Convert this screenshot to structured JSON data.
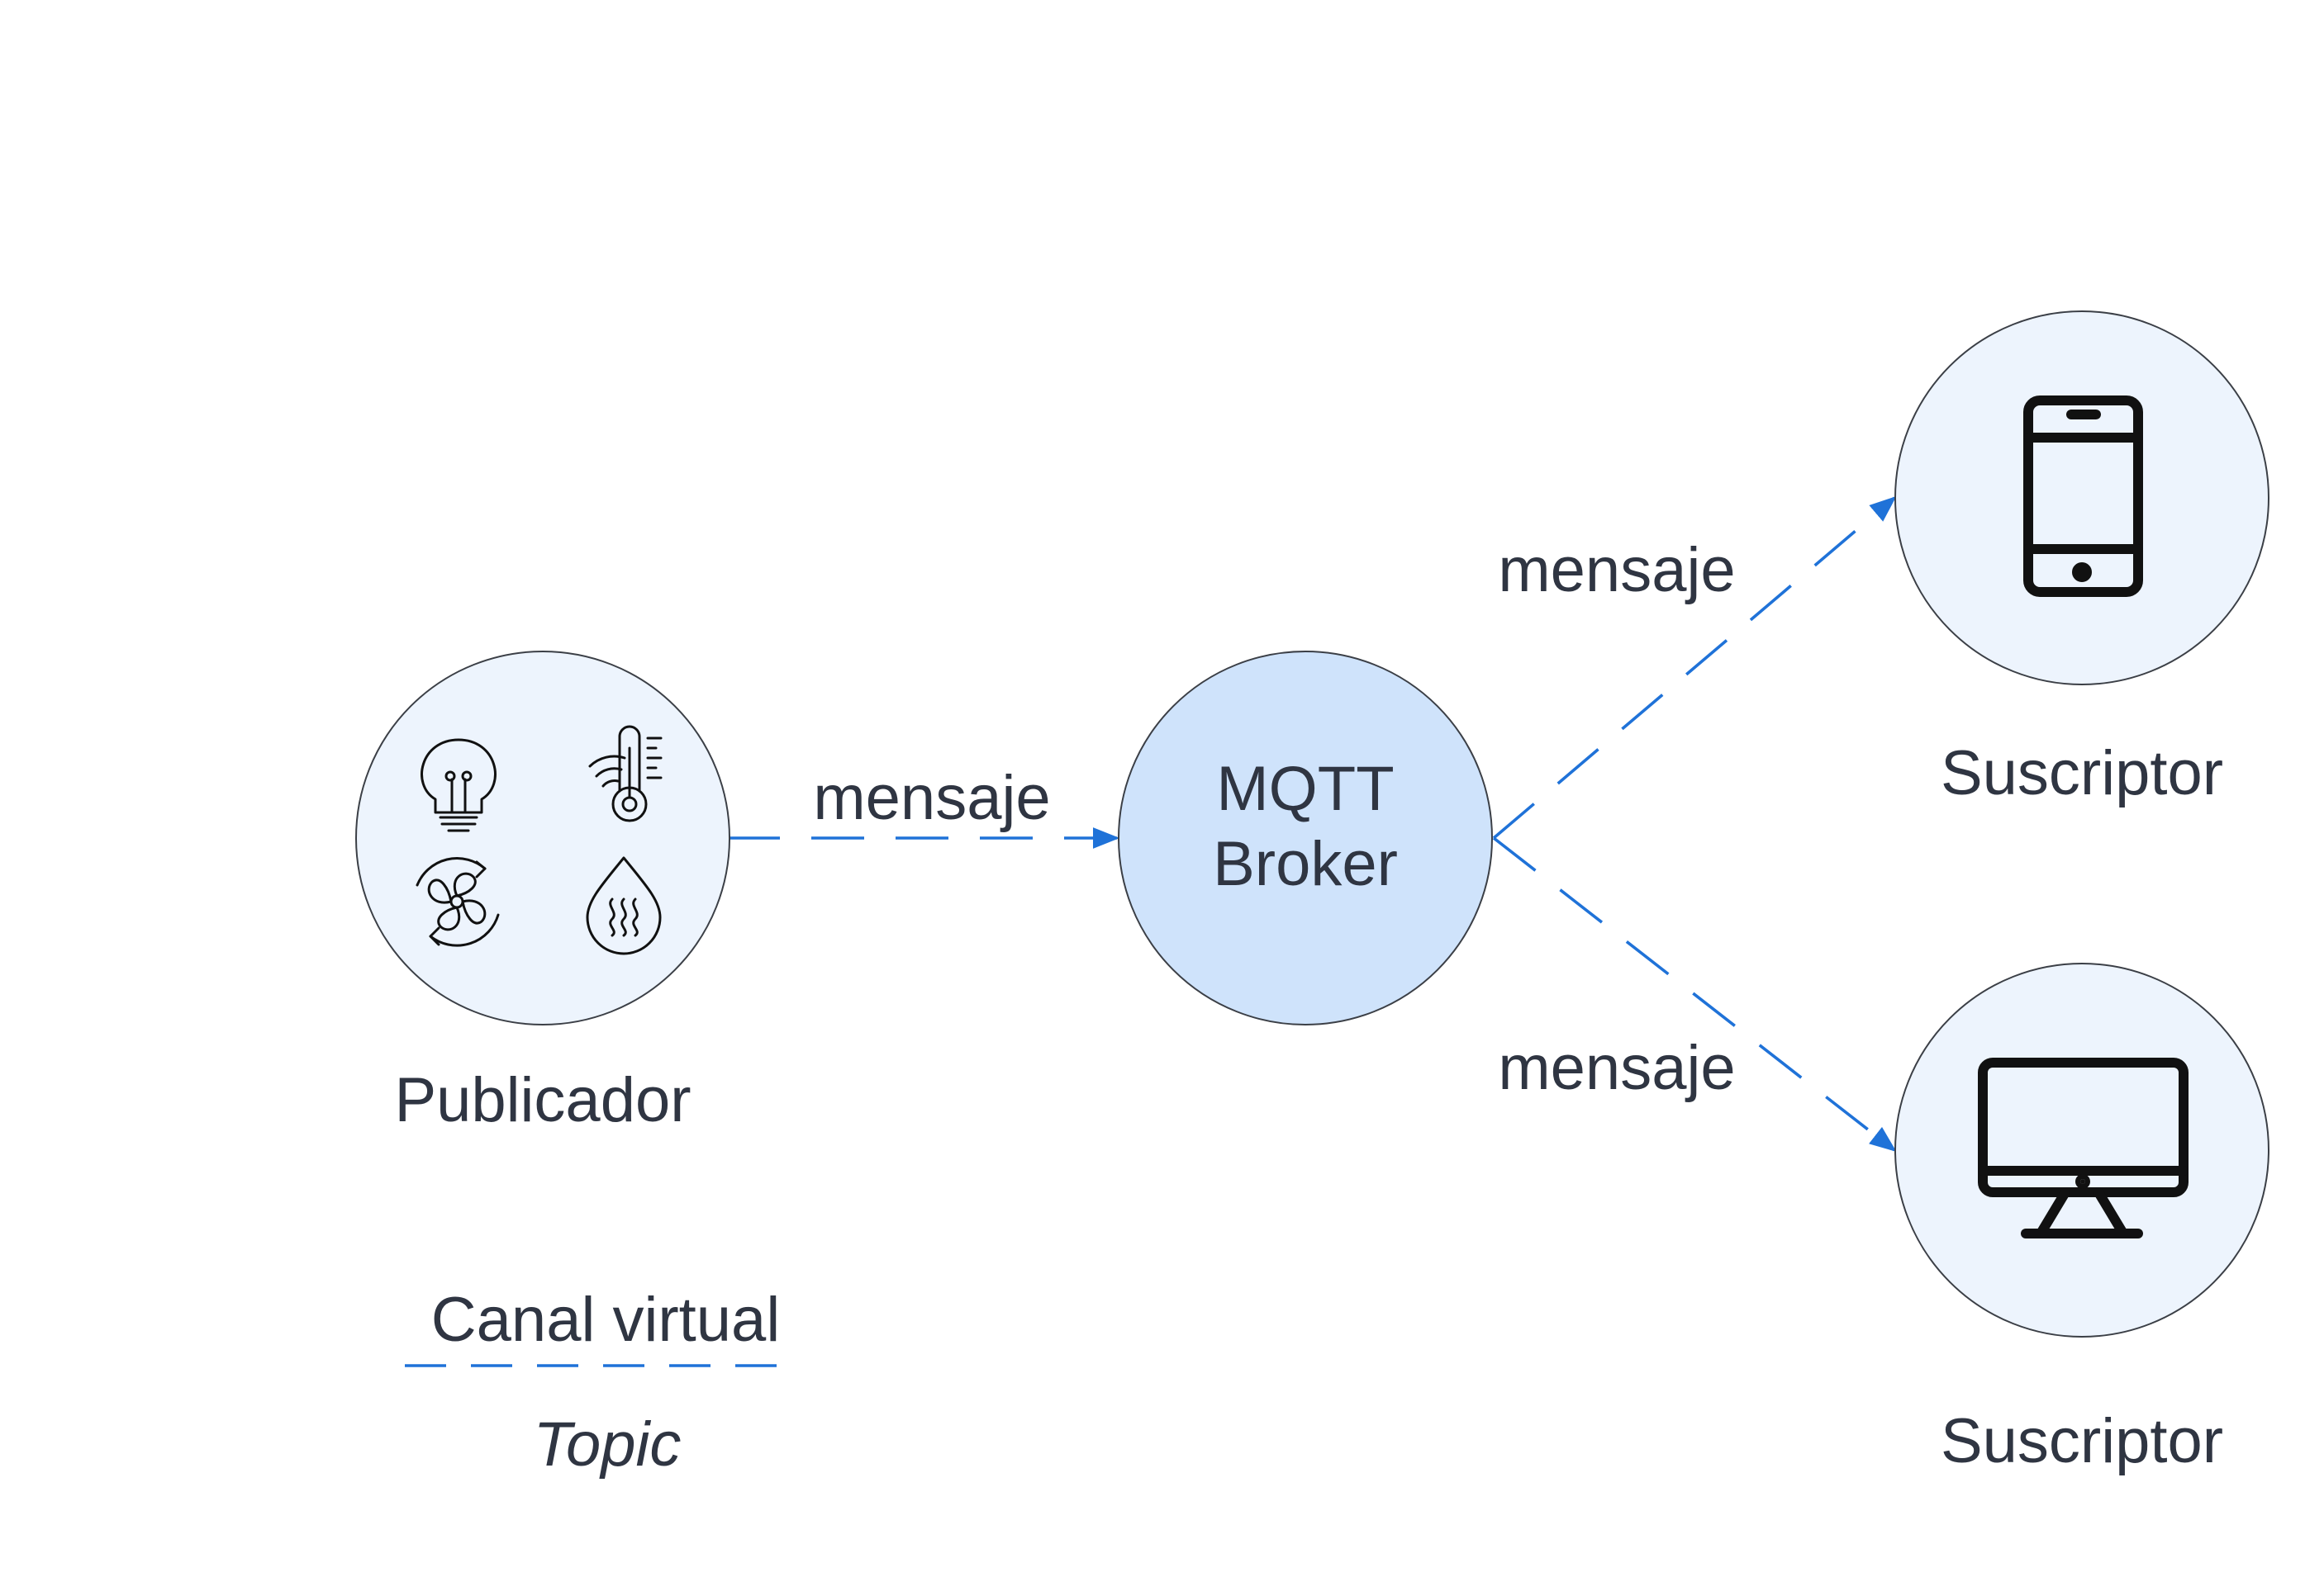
{
  "publisher": {
    "label": "Publicador",
    "icons": [
      "lightbulb-icon",
      "thermometer-wifi-icon",
      "fan-icon",
      "humidity-drop-icon"
    ]
  },
  "broker": {
    "line1": "MQTT",
    "line2": "Broker"
  },
  "subscribers": [
    {
      "label": "Suscriptor",
      "icon": "smartphone-icon"
    },
    {
      "label": "Suscriptor",
      "icon": "desktop-monitor-icon"
    }
  ],
  "messages": {
    "publisher_to_broker": "mensaje",
    "broker_to_top": "mensaje",
    "broker_to_bottom": "mensaje"
  },
  "legend": {
    "title": "Canal virtual",
    "subtitle": "Topic"
  },
  "colors": {
    "connector": "#1f72d8",
    "node_fill": "#edf4fd",
    "broker_fill": "#cfe3fb",
    "text": "#2f3542"
  }
}
